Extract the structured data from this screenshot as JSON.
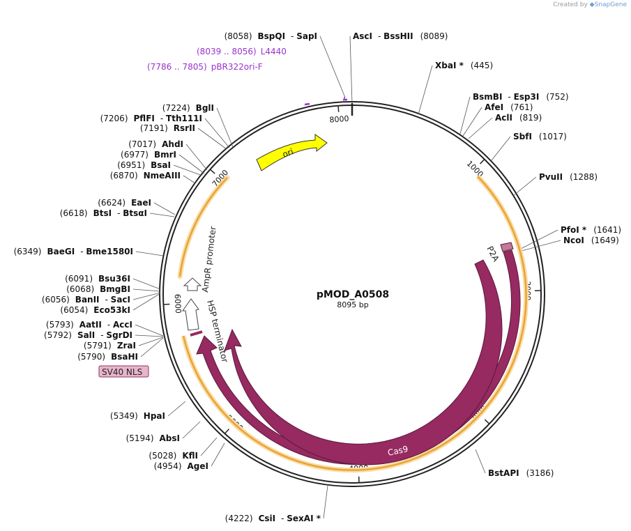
{
  "watermark": {
    "prefix": "Created by",
    "brand": "SnapGene"
  },
  "map": {
    "name": "pMOD_A0508",
    "length": "8095 bp",
    "total_bp": 8095
  },
  "ticks": [
    "1000",
    "2000",
    "3000",
    "4000",
    "5000",
    "6000",
    "7000",
    "8000"
  ],
  "features": [
    {
      "label": "ori",
      "kind": "arrow",
      "color": "#ffff00"
    },
    {
      "label": "AmpR promoter",
      "kind": "arrow",
      "color": "#ffffff"
    },
    {
      "label": "HSP terminator",
      "kind": "arrow",
      "color": "#ffffff"
    },
    {
      "label": "P2A",
      "kind": "box",
      "color": "#c07a9a"
    },
    {
      "label": "Cas9",
      "kind": "arrow",
      "color": "#962a61"
    },
    {
      "label": "Cas9",
      "kind": "arrow",
      "color": "#962a61"
    }
  ],
  "feature_box": {
    "label": "SV40 NLS",
    "color": "#e8b4cc"
  },
  "primer_labels": [
    {
      "pos": "(8039 .. 8056)",
      "name": "L4440"
    },
    {
      "pos": "(7786 .. 7805)",
      "name": "pBR322ori-F"
    }
  ],
  "sites_right": [
    {
      "name": "AscI",
      "name2": "BssHII",
      "pos": "(8089)"
    },
    {
      "name": "XbaI *",
      "name2": "",
      "pos": "(445)"
    },
    {
      "name": "BsmBI",
      "name2": "Esp3I",
      "pos": "(752)"
    },
    {
      "name": "AfeI",
      "name2": "",
      "pos": "(761)"
    },
    {
      "name": "AclI",
      "name2": "",
      "pos": "(819)"
    },
    {
      "name": "SbfI",
      "name2": "",
      "pos": "(1017)"
    },
    {
      "name": "PvuII",
      "name2": "",
      "pos": "(1288)"
    },
    {
      "name": "PfoI *",
      "name2": "",
      "pos": "(1641)"
    },
    {
      "name": "NcoI",
      "name2": "",
      "pos": "(1649)"
    },
    {
      "name": "BstAPI",
      "name2": "",
      "pos": "(3186)"
    }
  ],
  "sites_left": [
    {
      "name": "BspQI",
      "name2": "SapI",
      "pos": "(8058)"
    },
    {
      "name": "BglI",
      "name2": "",
      "pos": "(7224)"
    },
    {
      "name": "PflFI",
      "name2": "Tth111I",
      "pos": "(7206)"
    },
    {
      "name": "RsrII",
      "name2": "",
      "pos": "(7191)"
    },
    {
      "name": "AhdI",
      "name2": "",
      "pos": "(7017)"
    },
    {
      "name": "BmrI",
      "name2": "",
      "pos": "(6977)"
    },
    {
      "name": "BsaI",
      "name2": "",
      "pos": "(6951)"
    },
    {
      "name": "NmeAIII",
      "name2": "",
      "pos": "(6870)"
    },
    {
      "name": "EaeI",
      "name2": "",
      "pos": "(6624)"
    },
    {
      "name": "BtsI",
      "name2": "BtsαI",
      "pos": "(6618)"
    },
    {
      "name": "BaeGI",
      "name2": "Bme1580I",
      "pos": "(6349)"
    },
    {
      "name": "Bsu36I",
      "name2": "",
      "pos": "(6091)"
    },
    {
      "name": "BmgBI",
      "name2": "",
      "pos": "(6068)"
    },
    {
      "name": "BanII",
      "name2": "SacI",
      "pos": "(6056)"
    },
    {
      "name": "Eco53kI",
      "name2": "",
      "pos": "(6054)"
    },
    {
      "name": "AatII",
      "name2": "AccI",
      "pos": "(5793)"
    },
    {
      "name": "SalI",
      "name2": "SgrDI",
      "pos": "(5792)"
    },
    {
      "name": "ZraI",
      "name2": "",
      "pos": "(5791)"
    },
    {
      "name": "BsaHI",
      "name2": "",
      "pos": "(5790)"
    },
    {
      "name": "HpaI",
      "name2": "",
      "pos": "(5349)"
    },
    {
      "name": "AbsI",
      "name2": "",
      "pos": "(5194)"
    },
    {
      "name": "KflI",
      "name2": "",
      "pos": "(5028)"
    },
    {
      "name": "AgeI",
      "name2": "",
      "pos": "(4954)"
    },
    {
      "name": "CsiI",
      "name2": "SexAI *",
      "pos": "(4222)"
    }
  ]
}
